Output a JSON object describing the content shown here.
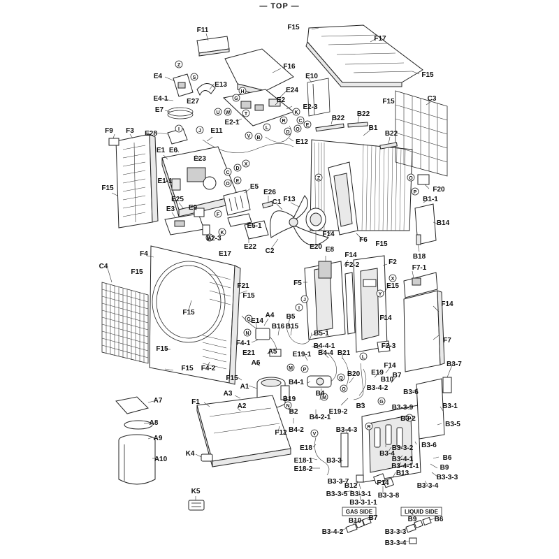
{
  "header": {
    "title": "— TOP —"
  },
  "labels": {
    "F11": "F11",
    "F15": "F15",
    "F17": "F17",
    "F16": "F16",
    "E4": "E4",
    "E13": "E13",
    "E10": "E10",
    "E24": "E24",
    "E4_1": "E4-1",
    "E27": "E27",
    "E7": "E7",
    "E2": "E2",
    "E2_3": "E2-3",
    "E2_1": "E2-1",
    "B22": "B22",
    "B1": "B1",
    "C3": "C3",
    "F9": "F9",
    "F3": "F3",
    "E28": "E28",
    "E6": "E6",
    "E11": "E11",
    "E12": "E12",
    "E1": "E1",
    "E23": "E23",
    "E1_1": "E1-1",
    "E5": "E5",
    "E26": "E26",
    "F13": "F13",
    "E25": "E25",
    "E9": "E9",
    "E3": "E3",
    "C1": "C1",
    "F20": "F20",
    "B1_1": "B1-1",
    "B14": "B14",
    "E5_1": "E5-1",
    "E22": "E22",
    "E17": "E17",
    "C2": "C2",
    "E20": "E20",
    "F14": "F14",
    "F6": "F6",
    "B18": "B18",
    "E8": "E8",
    "F4": "F4",
    "C4": "C4",
    "F2_2": "F2-2",
    "F2": "F2",
    "F7_1": "F7-1",
    "F5": "F5",
    "E15": "E15",
    "F21": "F21",
    "B5": "B5",
    "A4": "A4",
    "E14": "E14",
    "B16": "B16",
    "B15": "B15",
    "B5_1": "B5-1",
    "F7": "F7",
    "F4_1": "F4-1",
    "B4_4_1": "B4-4-1",
    "E21": "E21",
    "A5": "A5",
    "E19_1": "E19-1",
    "B4_4": "B4-4",
    "F2_3": "F2-3",
    "A6": "A6",
    "B21": "B21",
    "B20": "B20",
    "F4_2": "F4-2",
    "E19": "E19",
    "B10": "B10",
    "B7": "B7",
    "B3_7": "B3-7",
    "A1": "A1",
    "B4_1": "B4-1",
    "B3_4_2": "B3-4-2",
    "B3_6": "B3-6",
    "A3": "A3",
    "B4": "B4",
    "B19": "B19",
    "A7": "A7",
    "F1": "F1",
    "A2": "A2",
    "B2": "B2",
    "E19_2": "E19-2",
    "B3": "B3",
    "B3_3_9": "B3-3-9",
    "B3_1": "B3-1",
    "B4_2_1": "B4-2-1",
    "B3_2": "B3-2",
    "A8": "A8",
    "F12": "F12",
    "B4_2": "B4-2",
    "B3_5": "B3-5",
    "A9": "A9",
    "B3_4_3": "B3-4-3",
    "E18": "E18",
    "B3_3_2": "B3-3-2",
    "B3_6b": "B3-6",
    "A10": "A10",
    "K4": "K4",
    "B3_4": "B3-4",
    "B6": "B6",
    "E18_1": "E18-1",
    "B3_3": "B3-3",
    "B3_4_1": "B3-4-1",
    "B9": "B9",
    "E18_2": "E18-2",
    "B3_4_1_1": "B3-4-1-1",
    "B3_3_3": "B3-3-3",
    "B12": "B12",
    "F14b": "F14",
    "B13": "B13",
    "B3_3_4": "B3-3-4",
    "K5": "K5",
    "B3_3_7": "B3-3-7",
    "B3_3_1": "B3-3-1",
    "B3_3_8": "B3-3-8",
    "B3_3_5": "B3-3-5",
    "B3_3_1_1": "B3-3-1-1",
    "gas_side": "GAS SIDE",
    "liquid_side": "LIQUID SIDE",
    "B10b": "B10",
    "B7b": "B7",
    "B9b": "B9",
    "B6b": "B6",
    "B3_4_2b": "B3-4-2",
    "B3_3_3b": "B3-3-3",
    "B3_3_4b": "B3-3-4"
  },
  "circle_letters": {
    "Z": "Z",
    "S": "S",
    "H": "H",
    "G": "G",
    "U": "U",
    "W": "W",
    "T": "T",
    "K": "K",
    "L": "L",
    "V": "V",
    "R": "R",
    "D": "D",
    "O": "O",
    "E": "E",
    "C": "C",
    "X": "X",
    "J": "J",
    "I": "I",
    "P": "P",
    "M": "M",
    "N": "N",
    "Q": "Q",
    "B": "B",
    "F": "F",
    "Y": "Y",
    "A": "A"
  }
}
